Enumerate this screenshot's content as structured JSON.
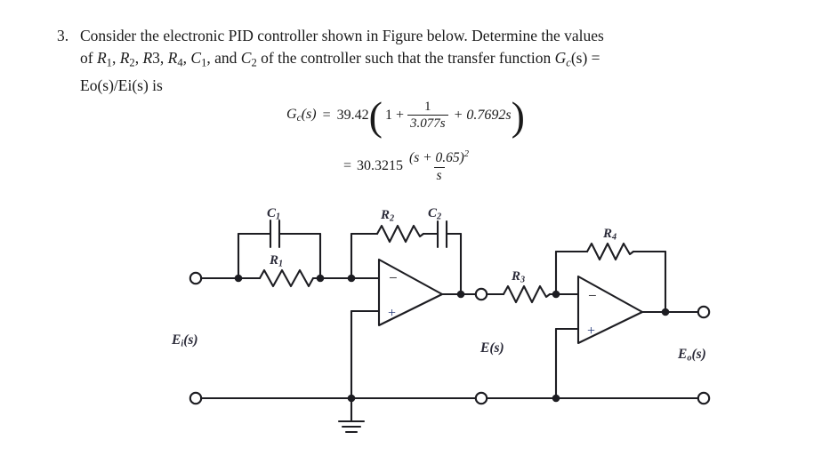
{
  "problem": {
    "number": "3.",
    "line1_a": "Consider the electronic PID controller shown in Figure below. Determine the values",
    "line2_a": "of ",
    "line2_vars": "R1, R2, R3, R4, C1, and C2",
    "line2_b": " of the controller such that the transfer function Gc(s) =",
    "line3": "Eo(s)/Ei(s) is"
  },
  "equations": {
    "eq1": {
      "lhs": "Gc(s)",
      "equals": "=",
      "gain": "39.42",
      "term_one": "1 +",
      "frac1_num": "1",
      "frac1_den": "3.077s",
      "term_plus": "+ 0.7692s"
    },
    "eq2": {
      "equals": "=",
      "gain": "30.3215",
      "num": "(s + 0.65)",
      "num_exp": "2",
      "den": "s"
    }
  },
  "circuit": {
    "components": {
      "c1": "C",
      "c1_sub": "1",
      "r1": "R",
      "r1_sub": "1",
      "r2": "R",
      "r2_sub": "2",
      "c2": "C",
      "c2_sub": "2",
      "r3": "R",
      "r3_sub": "3",
      "r4": "R",
      "r4_sub": "4"
    },
    "signals": {
      "input": "E",
      "input_sub": "i",
      "input_arg": "(s)",
      "mid": "E",
      "mid_sub": "",
      "mid_arg": "(s)",
      "output": "E",
      "output_sub": "o",
      "output_arg": "(s)"
    },
    "opamp_marks": {
      "minus": "−",
      "plus": "+"
    },
    "colors": {
      "wire": "#1d1d22",
      "label": "#2a2a38",
      "background": "#ffffff"
    }
  }
}
